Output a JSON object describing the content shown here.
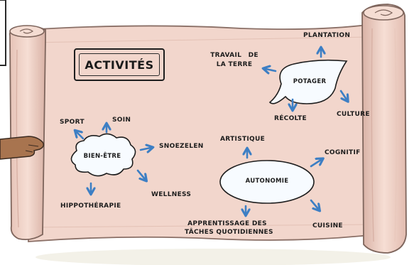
{
  "title": "ACTIVITÉS",
  "colors": {
    "parchment": "#f2d6cc",
    "scroll_edge": "#8a6f66",
    "arrow": "#3d7fc4",
    "bubble_fill": "#f7fbff"
  },
  "groups": {
    "bien_etre": {
      "center": "BIEN-ÊTRE",
      "items": [
        "SPORT",
        "SOIN",
        "SNOEZELEN",
        "WELLNESS",
        "HIPPOTHÉRAPIE"
      ]
    },
    "potager": {
      "center": "POTAGER",
      "items": [
        "PLANTATION",
        "TRAVAIL DE",
        "LA TERRE",
        "CULTURE",
        "RÉCOLTE"
      ]
    },
    "autonomie": {
      "center": "AUTONOMIE",
      "items": [
        "ARTISTIQUE",
        "COGNITIF",
        "CUISINE",
        "APPRENTISSAGE DES",
        "TÂCHES QUOTIDIENNES"
      ]
    }
  }
}
